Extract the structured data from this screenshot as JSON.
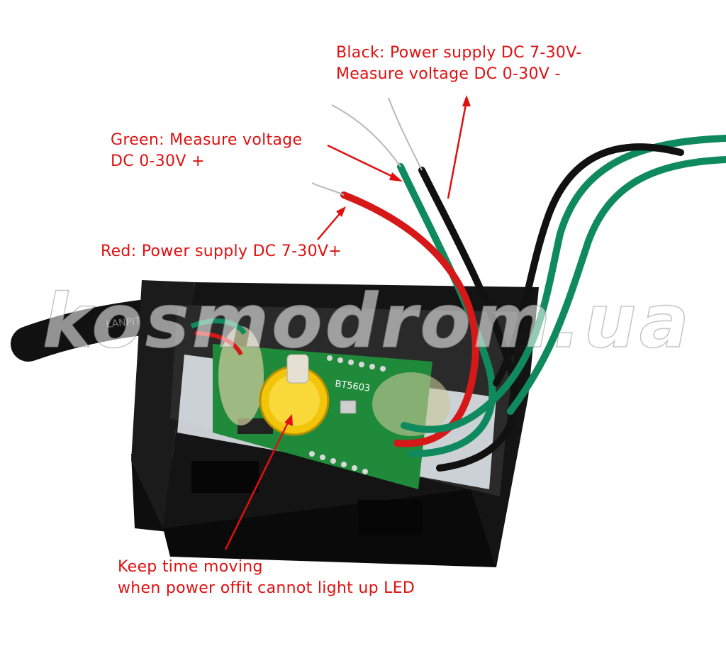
{
  "annotations": {
    "black": [
      "Black: Power supply DC 7-30V-",
      "Measure voltage DC 0-30V -"
    ],
    "green": [
      "Green: Measure voltage",
      "DC 0-30V +"
    ],
    "red": [
      "Red: Power supply DC 7-30V+"
    ],
    "battery": [
      "Keep time moving",
      "when power offit cannot light up LED"
    ]
  },
  "cable_print": "LANPITE",
  "board_marking": "BT5603",
  "watermark": "kosmodrom.ua",
  "colors": {
    "annotation": "#e01010",
    "wire_red": "#d61818",
    "wire_green": "#0f8a5e",
    "wire_black": "#111111",
    "pcb": "#1f8a3a",
    "case": "#161616",
    "battery": "#f2c40a"
  }
}
